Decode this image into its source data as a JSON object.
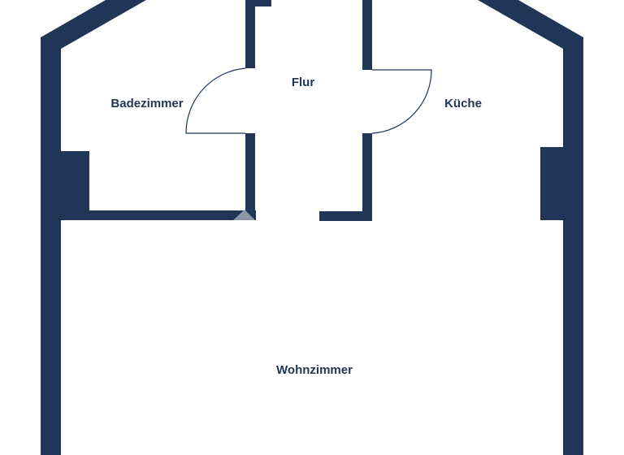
{
  "colors": {
    "wall": "#1f3656",
    "background": "#ffffff",
    "door_swing": "#1f3656",
    "stair_marker": "#8a97a8"
  },
  "rooms": {
    "badezimmer": "Badezimmer",
    "flur": "Flur",
    "kueche": "Küche",
    "wohnzimmer": "Wohnzimmer"
  }
}
